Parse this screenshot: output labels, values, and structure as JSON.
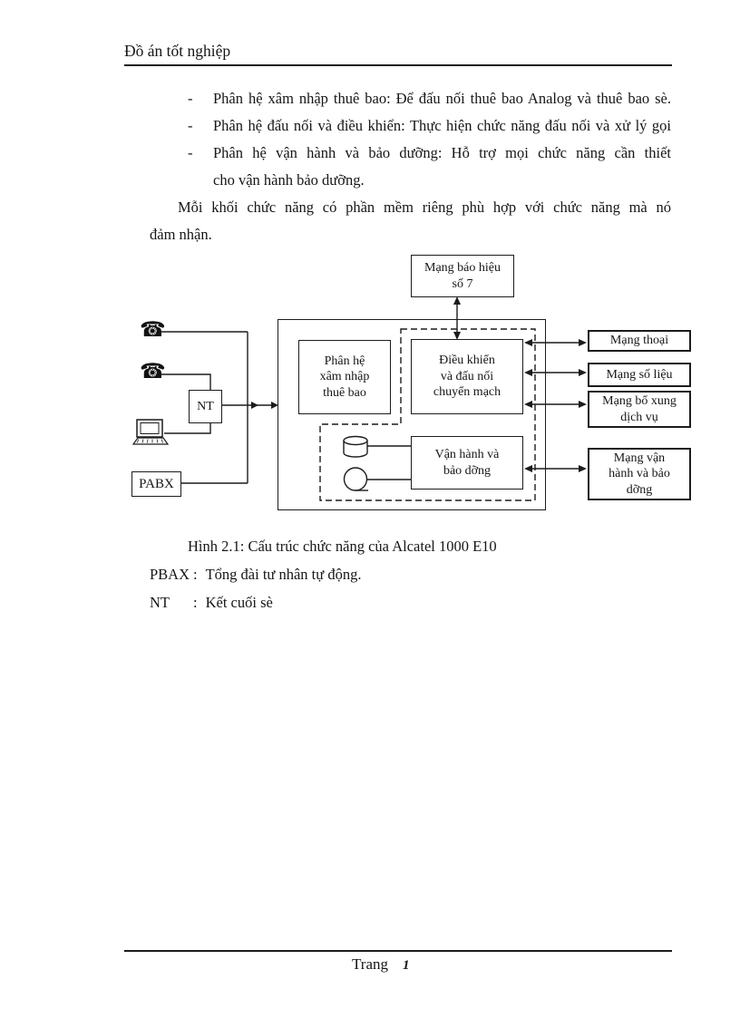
{
  "page": {
    "header_title": "Đồ án tốt nghiệp",
    "footer_label": "Trang",
    "footer_page_number": "1"
  },
  "content": {
    "bullets": [
      {
        "marker": "-",
        "lines": [
          "Phân hệ xâm nhập thuê bao: Để đấu nối thuê bao Analog và thuê bao sè."
        ]
      },
      {
        "marker": "-",
        "lines": [
          "Phân hệ đấu nối và điều khiển: Thực hiện chức năng đấu nối và xử lý gọi"
        ]
      },
      {
        "marker": "-",
        "lines": [
          "Phân hệ vận hành và bảo dưỡng: Hỗ trợ mọi chức năng cần thiết",
          "cho vận hành bảo dưỡng."
        ]
      }
    ],
    "paragraph_lines": [
      "Mỗi khối chức năng có phần mềm riêng phù hợp với chức năng mà nó",
      "đảm nhận."
    ]
  },
  "diagram": {
    "phone_glyph": "☎",
    "boxes": {
      "signaling": {
        "lines": [
          "Mạng báo hiệu",
          "số 7"
        ]
      },
      "subscriber": {
        "lines": [
          "Phân hệ",
          "xâm nhập",
          "thuê bao"
        ]
      },
      "control": {
        "lines": [
          "Điều khiển",
          "và đấu nối",
          "chuyển mạch"
        ]
      },
      "om": {
        "lines": [
          "Vận hành và",
          "bảo dỡng"
        ]
      },
      "nt": {
        "label": "NT"
      },
      "pabx": {
        "label": "PABX"
      },
      "networks": [
        {
          "lines": [
            "Mạng thoại"
          ]
        },
        {
          "lines": [
            "Mạng số liệu"
          ]
        },
        {
          "lines": [
            "Mạng bổ xung",
            "dịch vụ"
          ]
        },
        {
          "lines": [
            "Mạng vận",
            "hành và bảo",
            "dỡng"
          ]
        }
      ]
    }
  },
  "caption": {
    "figure_caption": "Hình 2.1: Cấu trúc chức năng của Alcatel 1000 E10",
    "legend": [
      {
        "term": "PBAX",
        "colon": ":",
        "description": "Tổng đài tư nhân tự động."
      },
      {
        "term": "NT",
        "colon": ":",
        "description": "Kết cuối sè"
      }
    ]
  }
}
